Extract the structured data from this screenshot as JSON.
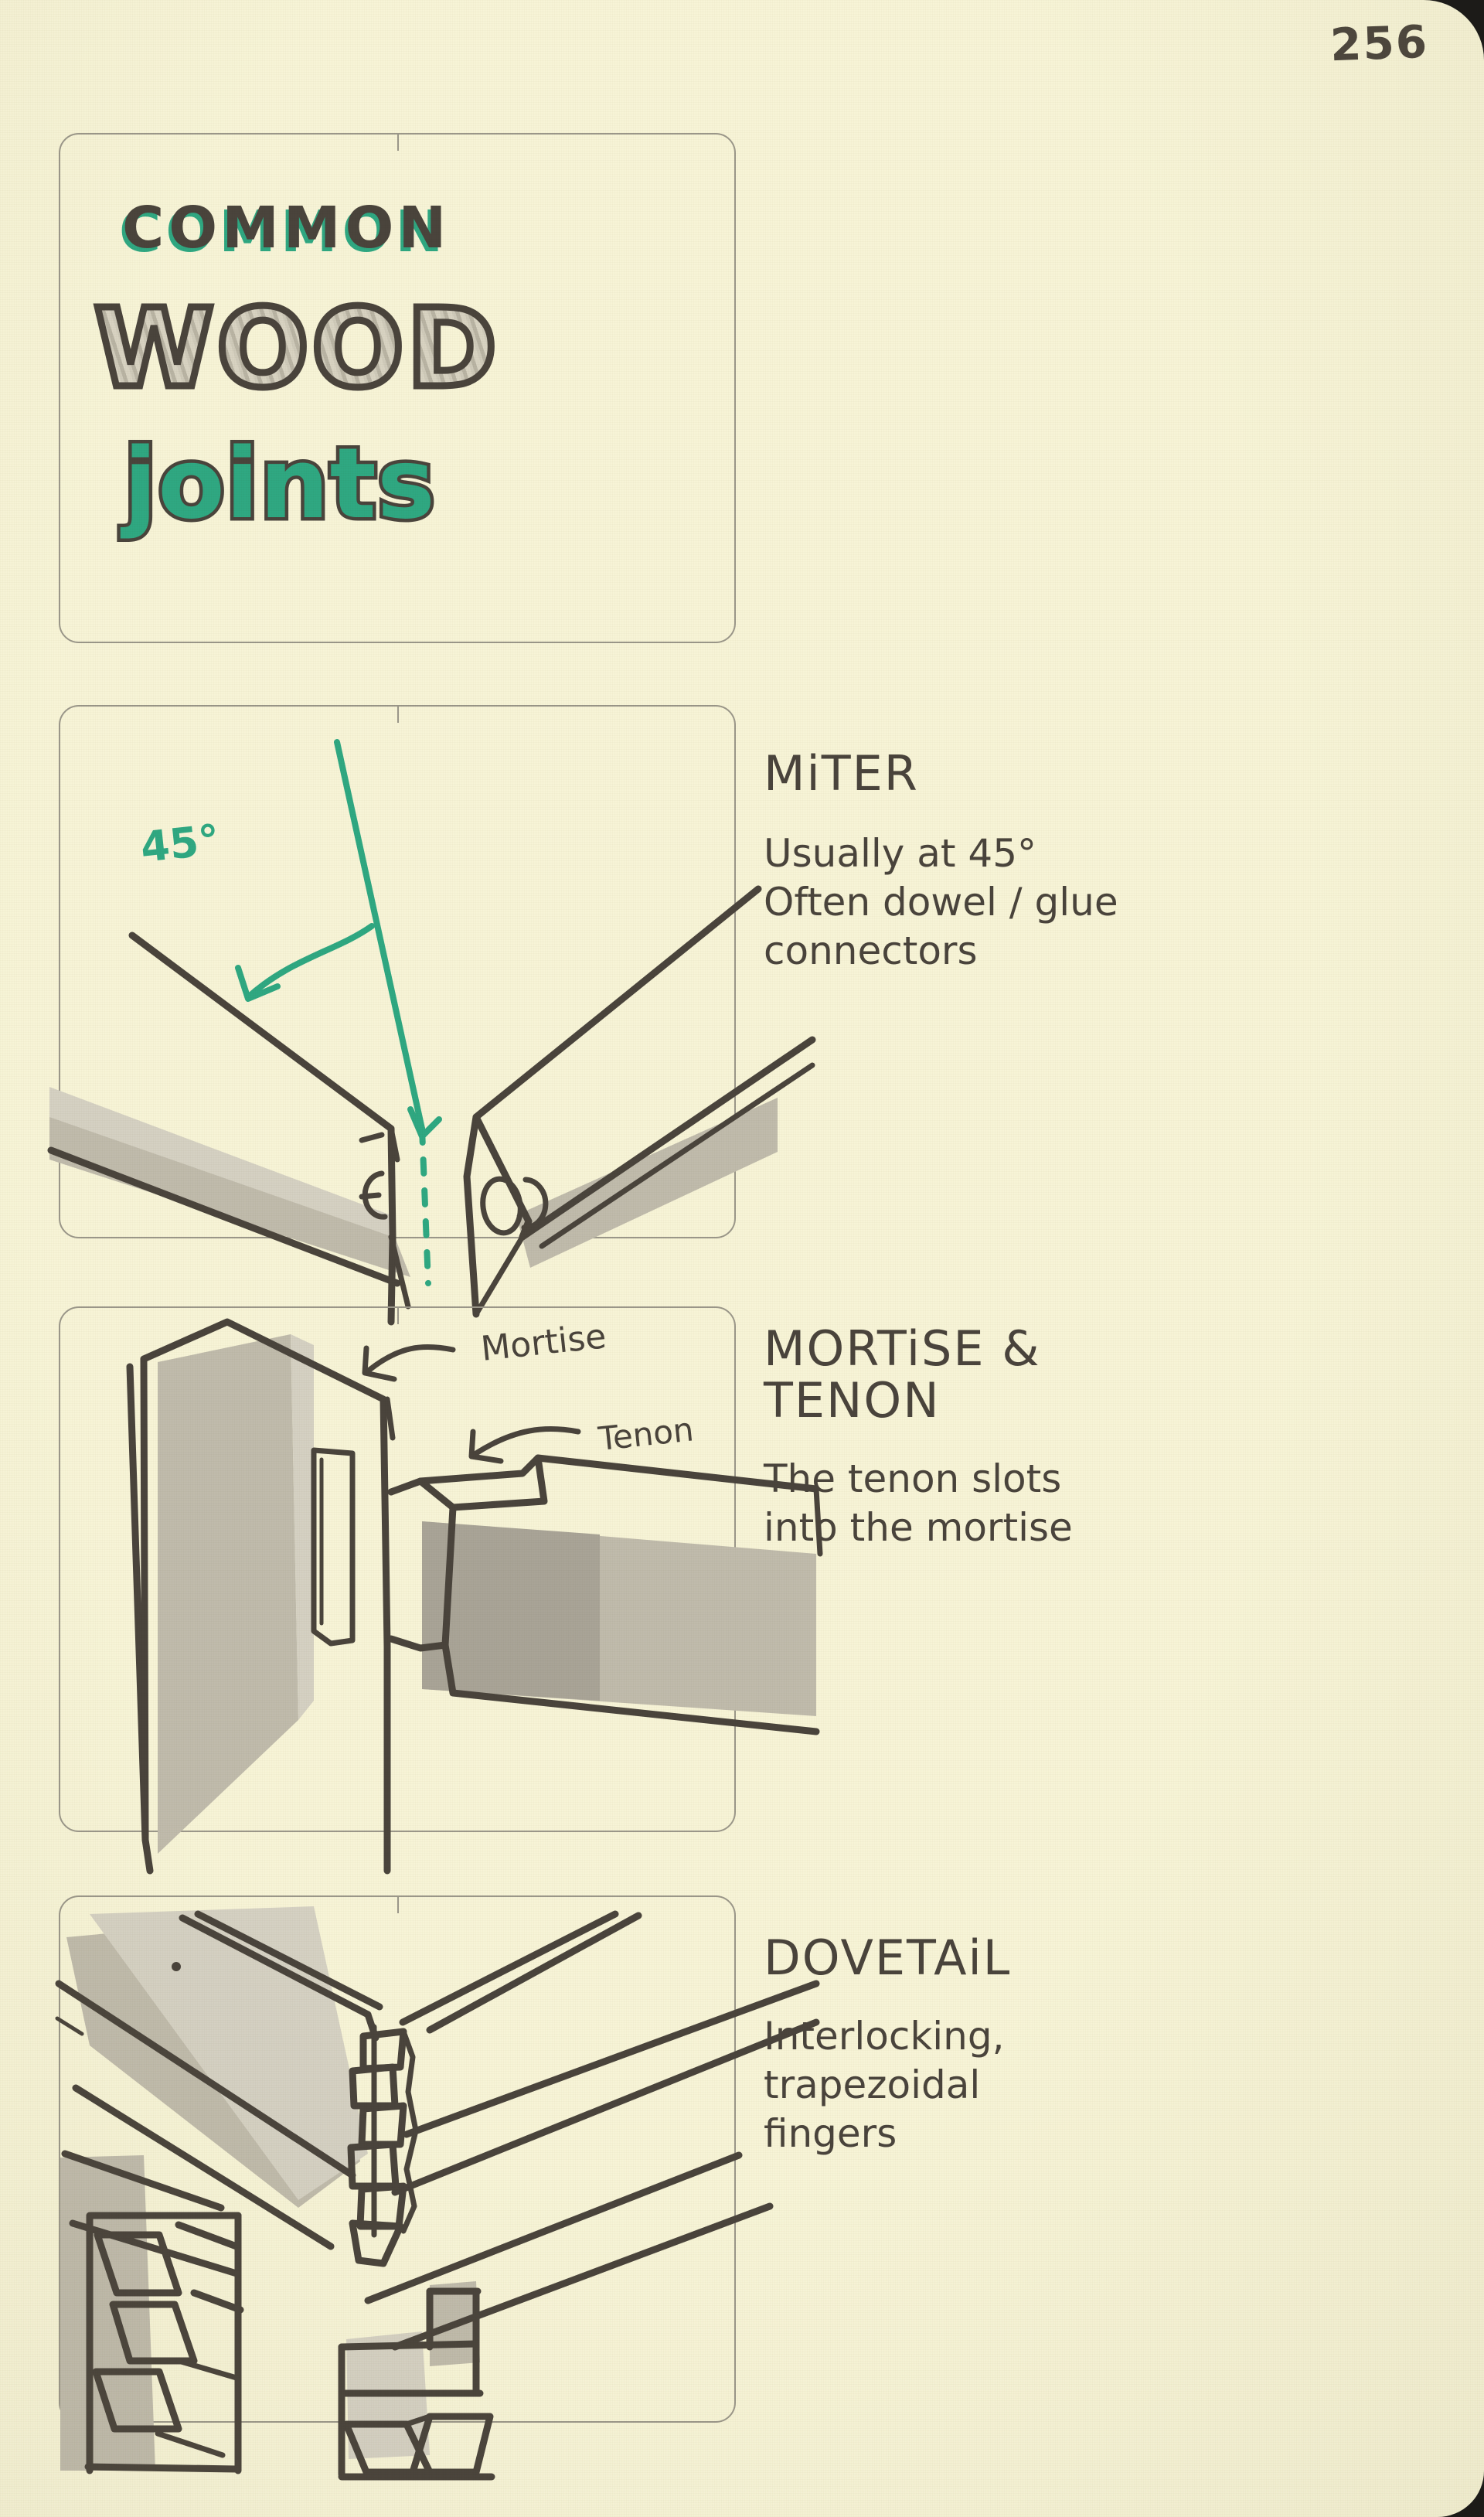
{
  "page": {
    "number": "256",
    "paper_color": "#f7f4d7",
    "ink_color": "#4a443c",
    "accent_color": "#2fa882",
    "shade_color": "#c0bbac"
  },
  "title_card": {
    "line1": "COMMON",
    "line2": "WOOD",
    "line3": "joints"
  },
  "sections": [
    {
      "id": "miter",
      "heading": "MiTER",
      "body": [
        "Usually at 45°",
        "Often dowel / glue",
        "connectors"
      ],
      "diagram_labels": [
        "45°"
      ]
    },
    {
      "id": "mortise-tenon",
      "heading_line1": "MORTiSE &",
      "heading_line2": "TENON",
      "body": [
        "The tenon slots",
        "into the mortise"
      ],
      "diagram_labels": [
        "Mortise",
        "Tenon"
      ]
    },
    {
      "id": "dovetail",
      "heading": "DOVETAiL",
      "body": [
        "Interlocking,",
        "trapezoidal",
        "fingers"
      ],
      "diagram_labels": []
    }
  ]
}
